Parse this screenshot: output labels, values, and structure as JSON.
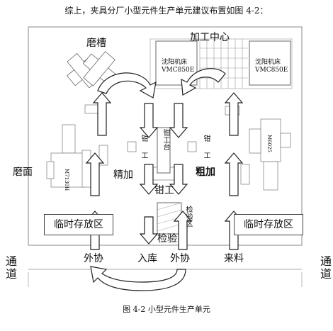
{
  "intro": "综上，夹具分厂小型元件生产单元建议布置如图 4-2：",
  "caption": "图 4-2  小型元件生产单元",
  "areas": {
    "grinding_groove": "磨槽",
    "machining_center": "加工中心",
    "grinding_face": "磨面",
    "fine_machining": "精加",
    "rough_machining": "粗加",
    "fitter": "钳工",
    "inspection": "检验",
    "temp_storage_left": "临时存放区",
    "temp_storage_right": "临时存放区"
  },
  "flows": {
    "outsource_left": "外协",
    "warehouse_in": "入库",
    "outsource_right": "外协",
    "incoming": "来料"
  },
  "aisle_left": "通道",
  "aisle_right": "通道",
  "machines": {
    "vmc_left": "沈阳机床",
    "vmc_left_model": "VMC850E",
    "vmc_right": "沈阳机床",
    "vmc_right_model": "VMC850E",
    "grinder_left_model": "M7130H",
    "grinder_right_model": "M6025",
    "bench_mid_a": "钳",
    "bench_mid_b": "工",
    "bench_label": "钳工台",
    "inspect_zone": "检验区"
  }
}
